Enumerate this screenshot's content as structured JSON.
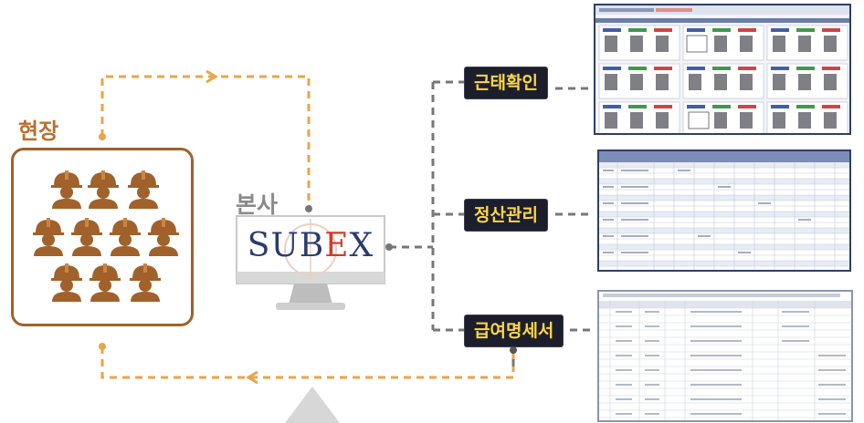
{
  "labels": {
    "site": "현장",
    "hq": "본사",
    "logo_left": "SUB",
    "logo_e": "E",
    "logo_right": "X",
    "attendance": "근태확인",
    "settlement": "정산관리",
    "payslip": "급여명세서"
  },
  "colors": {
    "brown": "#a0612b",
    "orange_dashed": "#e9a54a",
    "grey_dashed": "#777777",
    "label_bg": "#1c1f2b",
    "label_text": "#ffd54a",
    "logo_navy": "#2c3b6d",
    "logo_red": "#d33b2c"
  },
  "icons": {
    "worker": "hardhat-worker-icon",
    "monitor": "monitor-icon"
  }
}
